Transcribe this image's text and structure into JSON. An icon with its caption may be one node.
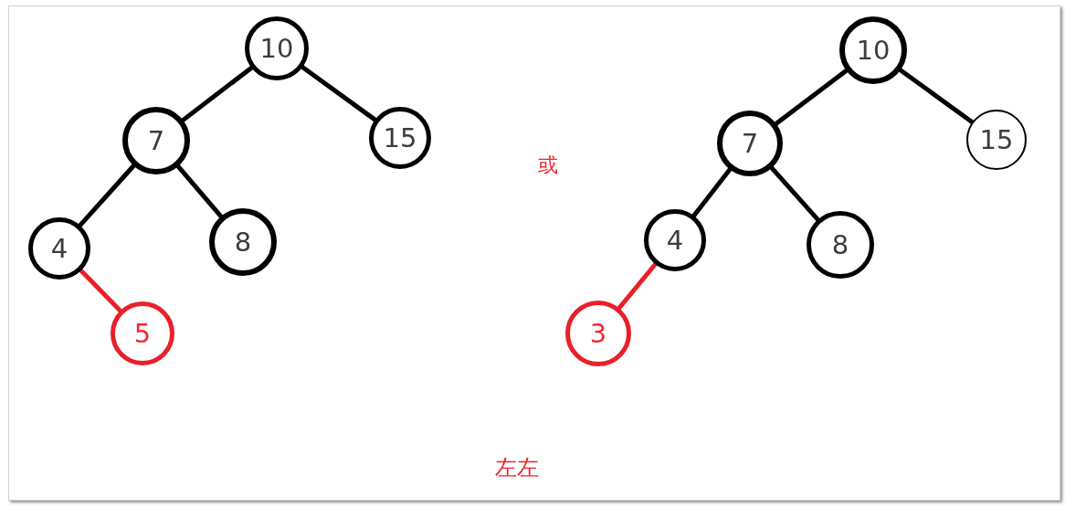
{
  "diagram": {
    "nodes": [
      {
        "text": [
          "10"
        ]
      },
      {
        "text": [
          "7"
        ]
      },
      {
        "text": [
          "15"
        ]
      },
      {
        "text": [
          "4"
        ]
      },
      {
        "text": [
          "8"
        ]
      },
      {
        "text": [
          "5"
        ]
      },
      {
        "text": [
          "10"
        ]
      },
      {
        "text": [
          "7"
        ]
      },
      {
        "text": [
          "15"
        ]
      },
      {
        "text": [
          "4"
        ]
      },
      {
        "text": [
          "8"
        ]
      },
      {
        "text": [
          "3"
        ]
      }
    ],
    "edges": [
      {
        "from": 0,
        "to": 1,
        "arrow": "none"
      },
      {
        "from": 0,
        "to": 2,
        "arrow": "none"
      },
      {
        "from": 1,
        "to": 3,
        "arrow": "none"
      },
      {
        "from": 1,
        "to": 4,
        "arrow": "none"
      },
      {
        "from": 3,
        "to": 5,
        "arrow": "none",
        "color": "#e8202a"
      },
      {
        "from": 6,
        "to": 7,
        "arrow": "none"
      },
      {
        "from": 6,
        "to": 8,
        "arrow": "none"
      },
      {
        "from": 7,
        "to": 9,
        "arrow": "none"
      },
      {
        "from": 7,
        "to": 10,
        "arrow": "none"
      },
      {
        "from": 9,
        "to": 11,
        "arrow": "none",
        "color": "#e8202a"
      }
    ],
    "labels": [
      "或",
      "左左"
    ]
  }
}
